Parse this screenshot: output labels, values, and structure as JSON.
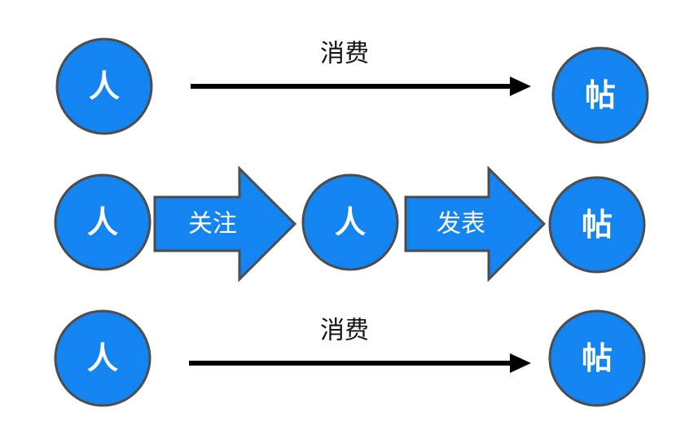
{
  "rows": [
    {
      "nodes": [
        "人",
        "帖"
      ],
      "edges": [
        {
          "type": "line-arrow",
          "label": "消费"
        }
      ]
    },
    {
      "nodes": [
        "人",
        "人",
        "帖"
      ],
      "edges": [
        {
          "type": "block-arrow",
          "label": "关注"
        },
        {
          "type": "block-arrow",
          "label": "发表"
        }
      ]
    },
    {
      "nodes": [
        "人",
        "帖"
      ],
      "edges": [
        {
          "type": "line-arrow",
          "label": "消费"
        }
      ]
    }
  ],
  "colors": {
    "node_fill": "#1384f0",
    "node_stroke": "#4d4d4d",
    "node_text": "#ffffff",
    "arrow": "#000000",
    "block_arrow_fill": "#1384f0"
  }
}
